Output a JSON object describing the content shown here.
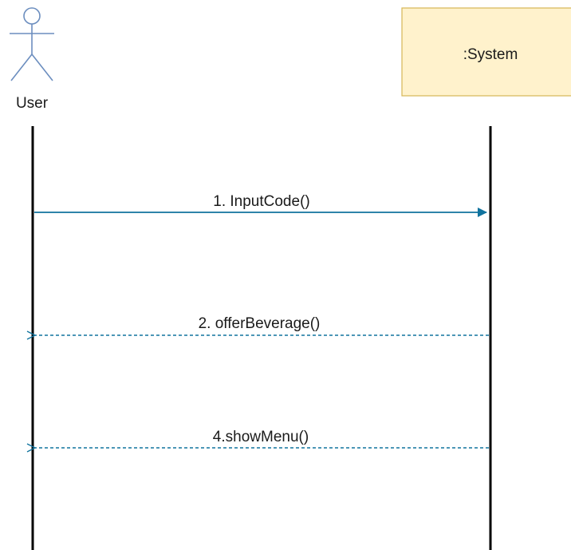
{
  "actors": [
    {
      "id": "user",
      "label": "User"
    }
  ],
  "participants": [
    {
      "id": "system",
      "label": ":System"
    }
  ],
  "messages": [
    {
      "label": "1. InputCode()",
      "from": "user",
      "to": "system",
      "type": "sync"
    },
    {
      "label": "2. offerBeverage()",
      "from": "system",
      "to": "user",
      "type": "return"
    },
    {
      "label": "4.showMenu()",
      "from": "system",
      "to": "user",
      "type": "return"
    }
  ],
  "colors": {
    "actor_stroke": "#6c8ebf",
    "participant_fill": "#fff2cc",
    "participant_stroke": "#d6b656",
    "lifeline": "#000000",
    "message_sync": "#10739e",
    "message_return": "#10739e",
    "text": "#1a1a1a"
  }
}
